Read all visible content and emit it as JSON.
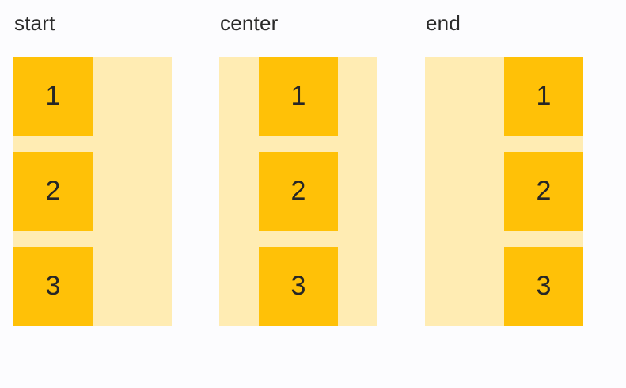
{
  "page": {
    "background_color": "#fcfcfe"
  },
  "colors": {
    "container_background": "#ffecb3",
    "item_background": "#ffc107",
    "label_text": "#2b2b2b",
    "item_text": "#262626"
  },
  "demos": [
    {
      "label": "start",
      "alignment": "start",
      "items": [
        "1",
        "2",
        "3"
      ]
    },
    {
      "label": "center",
      "alignment": "center",
      "items": [
        "1",
        "2",
        "3"
      ]
    },
    {
      "label": "end",
      "alignment": "end",
      "items": [
        "1",
        "2",
        "3"
      ]
    }
  ]
}
